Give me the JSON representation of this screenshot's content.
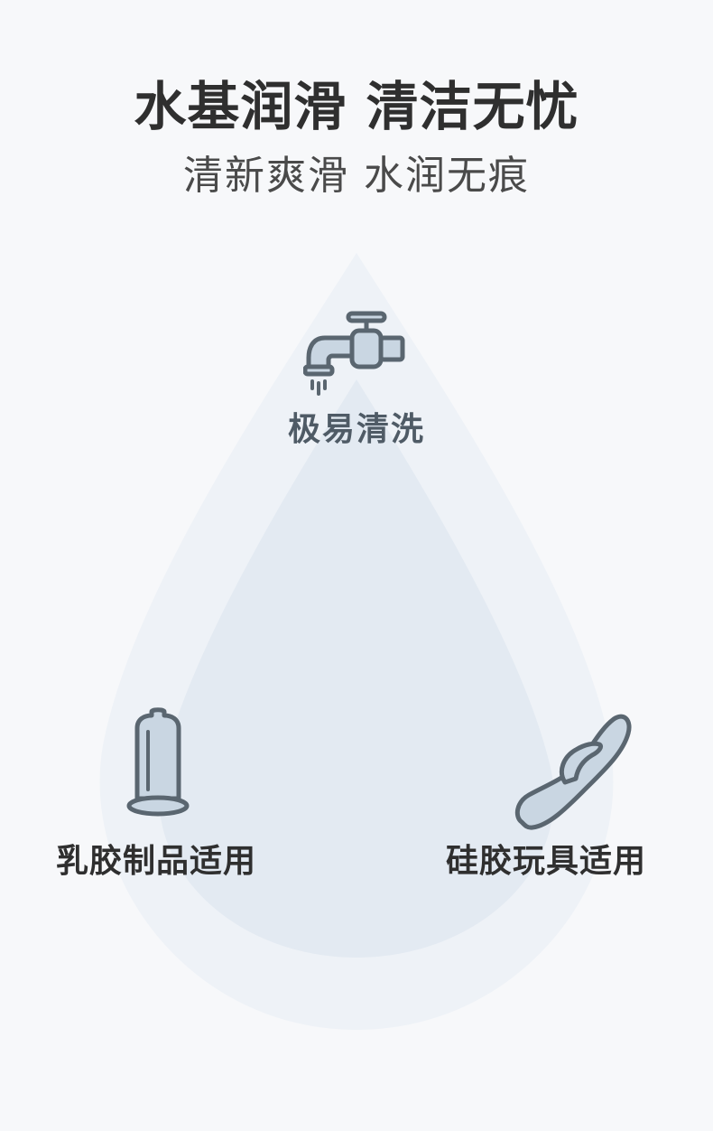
{
  "header": {
    "title": "水基润滑 清洁无忧",
    "subtitle": "清新爽滑 水润无痕"
  },
  "features": {
    "top_label": "极易清洗",
    "left_label": "乳胶制品适用",
    "right_label": "硅胶玩具适用"
  },
  "icons": {
    "top": "faucet-icon",
    "left": "condom-icon",
    "right": "silicone-toy-icon"
  },
  "colors": {
    "background": "#f7f8fa",
    "drop_outer": "#eef2f7",
    "drop_inner": "#e3eaf2",
    "icon_stroke": "#5a6670",
    "icon_fill": "#c9d6e2",
    "title": "#2f2f2f",
    "subtitle": "#4a4a4a"
  }
}
